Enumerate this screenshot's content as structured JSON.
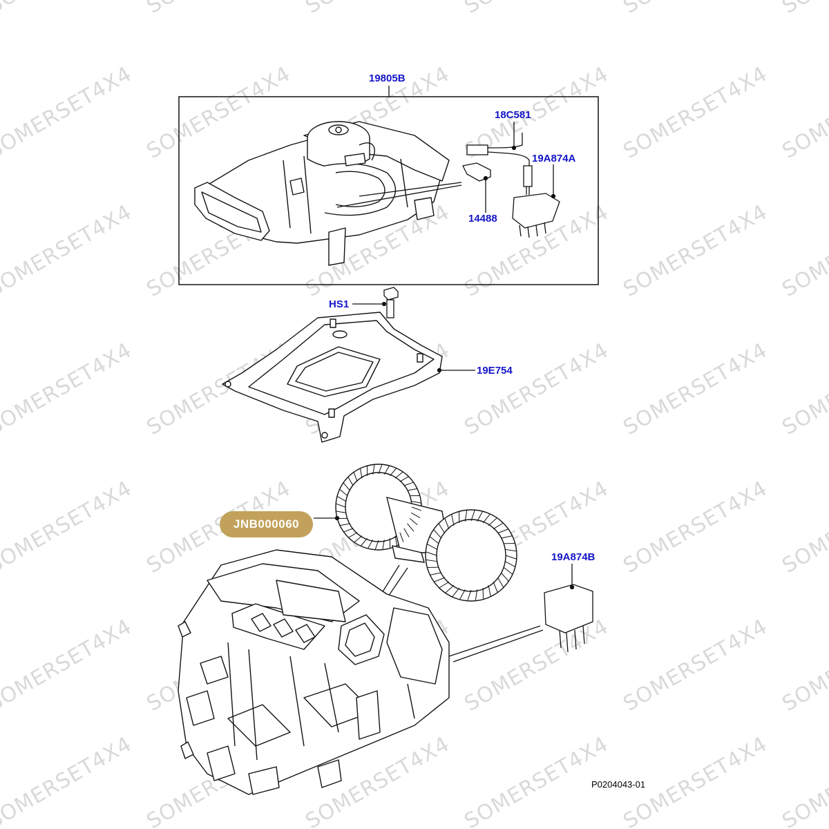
{
  "watermark": {
    "text": "SOMERSET4X4",
    "color": "#d9d9d9"
  },
  "colors": {
    "callout": "#1414c8",
    "badge": "#c2a25a",
    "line": "#111111"
  },
  "callouts": {
    "assembly": "19805B",
    "harness": "18C581",
    "resistor_a": "19A874A",
    "clip": "14488",
    "screw": "HS1",
    "bracket": "19E754",
    "resistor_b": "19A874B"
  },
  "badge_label": "JNB000060",
  "figure_ref": "P0204043-01"
}
